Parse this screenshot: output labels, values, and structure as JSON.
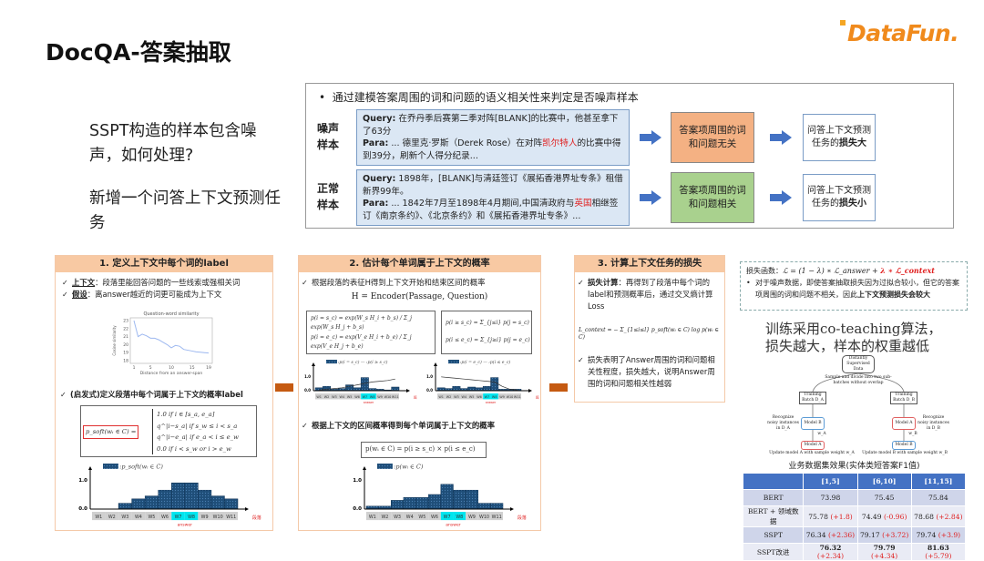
{
  "title": "DocQA-答案抽取",
  "logo": "DataFun.",
  "left_text": {
    "question": "SSPT构造的样本包含噪声，如何处理?",
    "answer": "新增一个问答上下文预测任务"
  },
  "top": {
    "bullet": "通过建模答案周围的词和问题的语义相关性来判定是否噪声样本",
    "rows": [
      {
        "label": "噪声样本",
        "query_label": "Query:",
        "query": "在乔丹季后赛第二季对阵[BLANK]的比赛中，他甚至拿下了63分",
        "para_label": "Para:",
        "para_pre": "... 德里克·罗斯（Derek Rose）在对阵",
        "para_hl": "凯尔特人",
        "para_post": "的比赛中得到39分，刷新个人得分纪录...",
        "middle": "答案项周围的词和问题无关",
        "middle_color": "#f4b183",
        "result_pre": "问答上下文预测任务的",
        "result_bold": "损失大"
      },
      {
        "label": "正常样本",
        "query_label": "Query:",
        "query": "1898年，[BLANK]与清廷签订《展拓香港界址专条》租借新界99年。",
        "para_label": "Para:",
        "para_pre": "... 1842年7月至1898年4月期间,中国清政府与",
        "para_hl": "英国",
        "para_post": "相继签订《南京条约》、《北京条约》和《展拓香港界址专条》...",
        "middle": "答案项周围的词和问题相关",
        "middle_color": "#a9d18e",
        "result_pre": "问答上下文预测任务的",
        "result_bold": "损失小"
      }
    ]
  },
  "panel1": {
    "header": "1. 定义上下文中每个词的label",
    "items": [
      {
        "term": "上下文",
        "text": "：段落里能回答问题的一些线索或强相关词"
      },
      {
        "term": "假设",
        "text": "：离answer越近的词更可能成为上下文"
      }
    ],
    "sim_chart": {
      "title": "Question-word similarity",
      "xlabel": "Distance from an answer-span",
      "ylabel": "Cosine similarity",
      "xticks": [
        "1",
        "5",
        "10",
        "15",
        "19"
      ],
      "yticks": [
        "18",
        "19",
        "20",
        "21",
        "22",
        "23"
      ]
    },
    "heuristic": "(启发式)定义段落中每个词属于上下文的概率label",
    "formula_lhs": "p_soft(wᵢ ∈ C) =",
    "formula_cases": [
      "1.0      if i ∈ [s_a, e_a]",
      "q^|i−s_a|   if s_w ≤ i < s_a",
      "q^|i−e_a|   if e_a < i ≤ e_w",
      "0.0      if i < s_w  or  i > e_w"
    ]
  },
  "panel2": {
    "header": "2. 估计每个单词属于上下文的概率",
    "item1": "根据段落的表征H得到上下文开始和结束区间的概率",
    "encoder": "H = Encoder(Passage, Question)",
    "f_left": [
      "p(i = s_c) = exp(W_s H_i + b_s) / Σ_j exp(W_s H_j + b_s)",
      "p(i = e_c) = exp(V_e H_i + b_e) / Σ_j exp(V_e H_j + b_e)"
    ],
    "f_right": [
      "p(i ≥ s_c) = Σ_{j≤i} p(j = s_c)",
      "p(i ≤ e_c) = Σ_{j≥i} p(j = e_c)"
    ],
    "item2": "根据上下文的区间概率得到每个单词属于上下文的概率",
    "product": "p(wᵢ ∈ C) = p(i ≥ s_c) × p(i ≤ e_c)"
  },
  "panel3": {
    "header": "3. 计算上下文任务的损失",
    "item1_term": "损失计算",
    "item1": "：再得到了段落中每个词的label和预测概率后，通过交叉熵计算Loss",
    "formula": "L_context = − Σ_{1≤i≤l} p_soft(wᵢ ∈ C) log p(wᵢ ∈ C)",
    "item2": "损失表明了Answer周围的词和问题相关性程度，损失越大，说明Answer周围的词和问题相关性越弱"
  },
  "loss": {
    "label": "损失函数：",
    "formula_black": "ℒ = (1 − λ) ∗ ℒ_answer + ",
    "formula_red": "λ ∗ ℒ_context",
    "bullet_pre": "对于噪声数据，即使答案抽取损失因为过拟合较小，但它的答案项周围的词和问题不相关，因此",
    "bullet_bold": "上下文预测损失会较大"
  },
  "coteaching": {
    "line1": "训练采用co-teaching算法，",
    "line2": "损失越大，样本的权重越低",
    "diagram": {
      "top": "Distantly Supervised Data",
      "split": "Sample and divide into two sub-batches without overlap",
      "batch_a": "Training Batch D_A",
      "batch_b": "Training Batch D_B",
      "model_b1": "Model B",
      "model_a1": "Model A",
      "model_a2": "Model A",
      "model_b2": "Model B",
      "recog_left": "Recognize noisy instances in D_A",
      "recog_right": "Recognize noisy instances in D_B",
      "w_left": "w_A",
      "w_right": "w_B",
      "update_left": "Update model A with sample weight w_A",
      "update_right": "Update model B with sample weight w_B"
    }
  },
  "table": {
    "caption": "业务数据集效果(实体类短答案F1值)",
    "headers": [
      "",
      "[1,5]",
      "[6,10]",
      "[11,15]"
    ],
    "rows": [
      {
        "name": "BERT",
        "cells": [
          [
            "73.98",
            ""
          ],
          [
            "75.45",
            ""
          ],
          [
            "75.84",
            ""
          ]
        ],
        "bold": false
      },
      {
        "name": "BERT + 领域数据",
        "cells": [
          [
            "75.78",
            "(+1.8)"
          ],
          [
            "74.49",
            "(-0.96)"
          ],
          [
            "78.68",
            "(+2.84)"
          ]
        ],
        "bold": false
      },
      {
        "name": "SSPT",
        "cells": [
          [
            "76.34",
            "(+2.36)"
          ],
          [
            "79.17",
            "(+3.72)"
          ],
          [
            "79.74",
            "(+3.9)"
          ]
        ],
        "bold": false
      },
      {
        "name": "SSPT改进",
        "cells": [
          [
            "76.32",
            "(+2.34)"
          ],
          [
            "79.79",
            "(+4.34)"
          ],
          [
            "81.63",
            "(+5.79)"
          ]
        ],
        "bold": true
      }
    ]
  },
  "chart_data": [
    {
      "type": "line",
      "title": "Question-word similarity",
      "xlabel": "Distance from an answer-span",
      "ylabel": "Cosine similarity",
      "x": [
        1,
        2,
        3,
        4,
        5,
        6,
        7,
        8,
        9,
        10,
        11,
        12,
        13,
        14,
        15,
        16,
        17,
        18,
        19
      ],
      "y": [
        23,
        21,
        21.3,
        21.1,
        20.8,
        20.8,
        20.6,
        20.3,
        20,
        19.6,
        19.9,
        19.8,
        19.4,
        19.3,
        19.2,
        19.1,
        19.05,
        19,
        18.95
      ],
      "xlim": [
        1,
        19
      ],
      "ylim": [
        18,
        23
      ]
    },
    {
      "type": "bar",
      "legend": ":p_soft(wᵢ ∈ C)",
      "categories": [
        "W1",
        "W2",
        "W3",
        "W4",
        "W5",
        "W6",
        "W7",
        "W8",
        "W9",
        "W10",
        "W11"
      ],
      "values": [
        0,
        0,
        0.2,
        0.35,
        0.45,
        0.65,
        0.9,
        0.9,
        0.65,
        0.45,
        0.35
      ],
      "yticks": [
        "0.0",
        "1.0"
      ],
      "ylim": [
        0,
        1
      ],
      "highlight": [
        "W7",
        "W8"
      ],
      "answer_label": "answer",
      "axis_label": "段落"
    },
    {
      "type": "bar",
      "legend": ":p(i = s_c) — :p(i ≥ s_c)",
      "categories": [
        "W1",
        "W2",
        "W3",
        "W4",
        "W5",
        "W6",
        "W7",
        "W8",
        "W9",
        "W10",
        "W11"
      ],
      "values": [
        0.2,
        0.3,
        0.1,
        0.15,
        0.4,
        0.2,
        0.9,
        0.15,
        0.1,
        0.05,
        0.25
      ],
      "line": [
        0.05,
        0.1,
        0.15,
        0.2,
        0.3,
        0.4,
        0.5,
        0.6,
        0.65,
        0.7,
        0.8
      ],
      "yticks": [
        "0.0",
        "1.0"
      ],
      "ylim": [
        0,
        1
      ],
      "highlight": [
        "W7",
        "W8"
      ],
      "answer_label": "answer",
      "axis_label": "段落"
    },
    {
      "type": "bar",
      "legend": ":p(i = e_c) — :p(i ≤ e_c)",
      "categories": [
        "W1",
        "W2",
        "W3",
        "W4",
        "W5",
        "W6",
        "W7",
        "W8",
        "W9",
        "W10",
        "W11"
      ],
      "values": [
        0.2,
        0.15,
        0.3,
        0.15,
        0.25,
        0.2,
        0.3,
        0.9,
        0.1,
        0.1,
        0.1
      ],
      "line": [
        0.95,
        0.9,
        0.85,
        0.8,
        0.75,
        0.7,
        0.65,
        0.6,
        0.3,
        0.1,
        0.05
      ],
      "yticks": [
        "0.0",
        "1.0"
      ],
      "ylim": [
        0,
        1
      ],
      "highlight": [
        "W7",
        "W8"
      ],
      "answer_label": "answer",
      "axis_label": "段落"
    },
    {
      "type": "bar",
      "legend": ":p(wᵢ ∈ C)",
      "categories": [
        "W1",
        "W2",
        "W3",
        "W4",
        "W5",
        "W6",
        "W7",
        "W8",
        "W9",
        "W10",
        "W11"
      ],
      "values": [
        0.1,
        0.1,
        0.3,
        0.4,
        0.4,
        0.5,
        0.85,
        0.65,
        0.65,
        0.2,
        0.2
      ],
      "yticks": [
        "0.0",
        "1.0"
      ],
      "ylim": [
        0,
        1
      ],
      "highlight": [
        "W7",
        "W8"
      ],
      "answer_label": "answer",
      "axis_label": "段落"
    }
  ],
  "colors": {
    "accent": "#f08a1c",
    "panel_header": "#f8c9a3",
    "bar": "#1f4e79",
    "highlight": "#00e5ee",
    "noise": "#f4b183",
    "normal": "#a9d18e",
    "table_header": "#4472c4",
    "arrow_blue": "#4472c4",
    "arrow_orange": "#c55a11"
  }
}
